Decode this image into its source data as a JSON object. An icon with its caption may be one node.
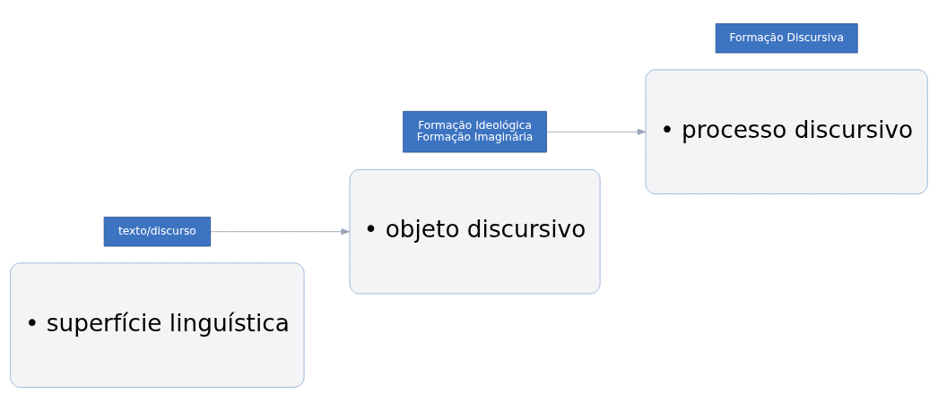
{
  "diagram": {
    "nodes": [
      {
        "text": [
          "• superfície linguística"
        ]
      },
      {
        "text": [
          "texto/discurso"
        ]
      },
      {
        "text": [
          "• objeto discursivo"
        ]
      },
      {
        "text": [
          "Formação Ideológica",
          "Formação Imaginária"
        ]
      },
      {
        "text": [
          "• processo discursivo"
        ]
      },
      {
        "text": [
          "Formação Discursiva"
        ]
      }
    ],
    "edges": [
      {
        "from": 1,
        "to": 2,
        "arrow": "to"
      },
      {
        "from": 3,
        "to": 4,
        "arrow": "to"
      }
    ]
  }
}
